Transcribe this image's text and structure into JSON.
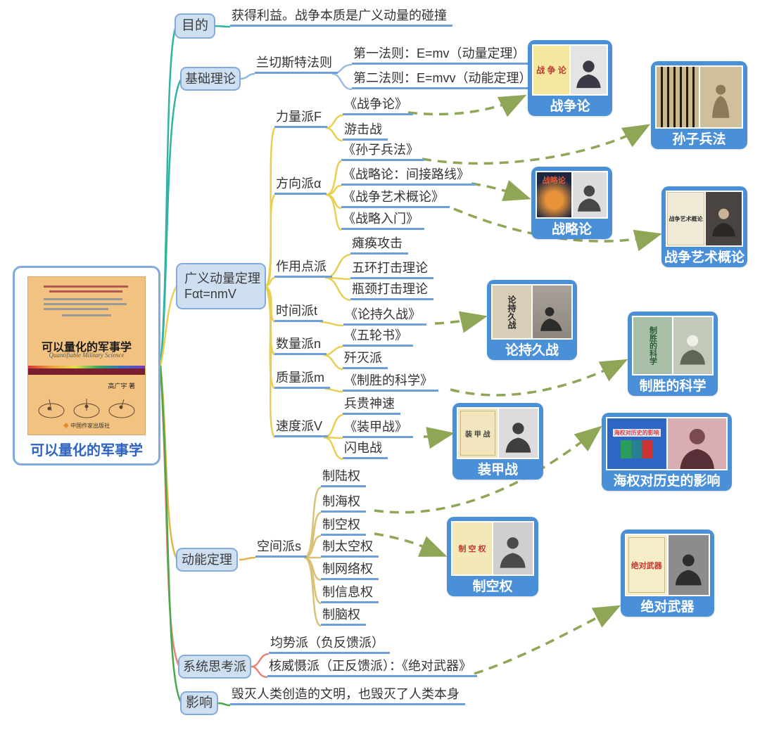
{
  "root": {
    "caption": "可以量化的军事学",
    "cover": {
      "title": "可以量化的军事学",
      "subtitle": "Quantifiable Military Science",
      "author": "高广宇 著",
      "publisher": "中国作家出版社"
    }
  },
  "branches": [
    {
      "label": "目的",
      "note": "获得利益。战争本质是广义动量的碰撞"
    },
    {
      "label": "基础理论",
      "node": "兰切斯特法则",
      "laws": [
        "第一法则：E=mv（动量定理）",
        "第二法则：E=mvv（动能定理）"
      ]
    },
    {
      "label": "广义动量定理",
      "formula": "Fαt=nmV",
      "schools": [
        {
          "label": "力量派F",
          "children": [
            "《战争论》",
            "游击战"
          ]
        },
        {
          "label": "方向派α",
          "children": [
            "《孙子兵法》",
            "《战略论：间接路线》",
            "《战争艺术概论》",
            "《战略入门》"
          ]
        },
        {
          "label": "作用点派",
          "children": [
            "瘫痪攻击",
            "五环打击理论",
            "瓶颈打击理论"
          ]
        },
        {
          "label": "时间派t",
          "children": [
            "《论持久战》"
          ]
        },
        {
          "label": "数量派n",
          "children": [
            "《五轮书》",
            "歼灭派"
          ]
        },
        {
          "label": "质量派m",
          "children": [
            "《制胜的科学》"
          ]
        },
        {
          "label": "速度派V",
          "children": [
            "兵贵神速",
            "《装甲战》",
            "闪电战"
          ]
        }
      ]
    },
    {
      "label": "动能定理",
      "node": "空间派s",
      "children": [
        "制陆权",
        "制海权",
        "制空权",
        "制太空权",
        "制网络权",
        "制信息权",
        "制脑权"
      ]
    },
    {
      "label": "系统思考派",
      "children": [
        "均势派（负反馈派）",
        "核威慑派（正反馈派）：《绝对武器》"
      ]
    },
    {
      "label": "影响",
      "note": "毁灭人类创造的文明，也毁灭了人类本身"
    }
  ],
  "books": [
    {
      "caption": "战争论",
      "cover_title": "战 争 论"
    },
    {
      "caption": "孙子兵法",
      "cover_title": ""
    },
    {
      "caption": "战略论",
      "cover_title": "战略论"
    },
    {
      "caption": "战争艺术概论",
      "cover_title": "战争艺术概论"
    },
    {
      "caption": "论持久战",
      "cover_title": "论持久战"
    },
    {
      "caption": "制胜的科学",
      "cover_title": "制胜的科学"
    },
    {
      "caption": "装甲战",
      "cover_title": "装 甲 战"
    },
    {
      "caption": "海权对历史的影响",
      "cover_title": "海权对历史的影响"
    },
    {
      "caption": "制空权",
      "cover_title": "制 空 权"
    },
    {
      "caption": "绝对武器",
      "cover_title": "绝对武器"
    }
  ],
  "colors": {
    "node_fill": "#cfdff2",
    "node_border": "#82abdc",
    "picture_node": "#4a90d8",
    "underline": "#6f9fd8",
    "trunk_teal": "#2eb3a4",
    "trunk_yellow": "#e8cf52",
    "trunk_orange": "#dfb54d",
    "trunk_red": "#e4837a",
    "trunk_green": "#47a949",
    "arrow_olive": "#8ea656"
  }
}
